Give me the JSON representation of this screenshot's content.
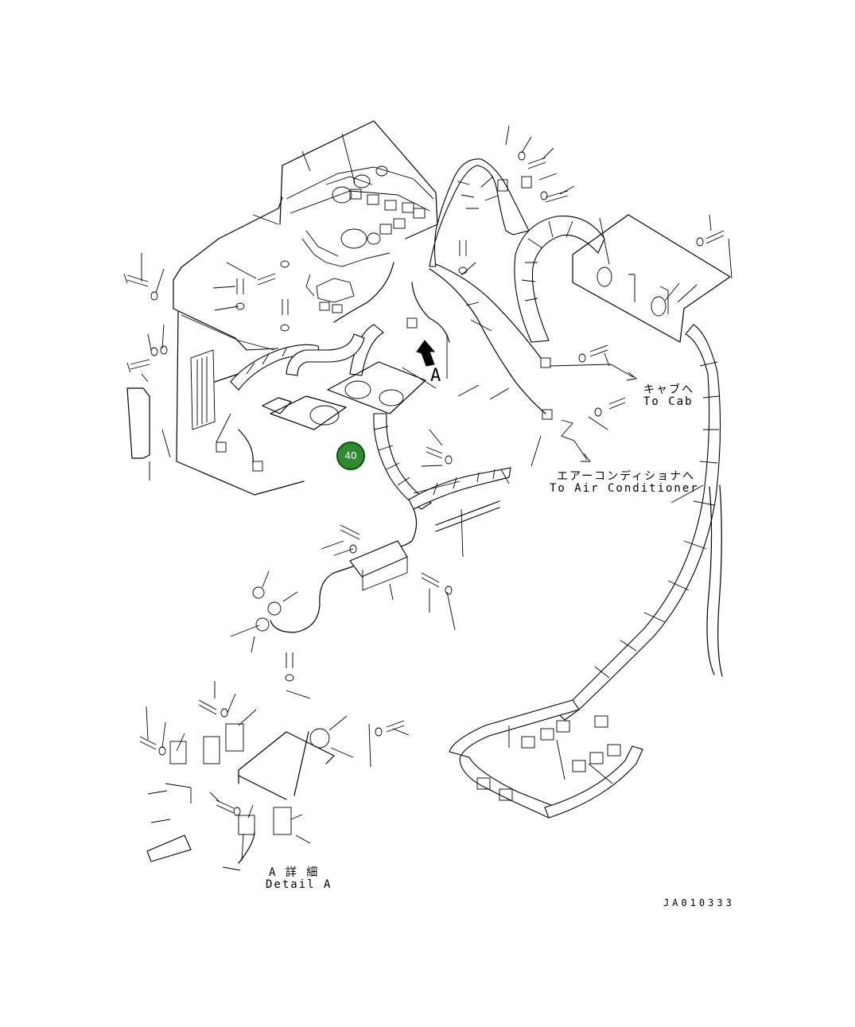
{
  "callouts": {
    "to_cab_jp": "キャブへ",
    "to_cab_en": "To Cab",
    "to_ac_jp": "エアーコンディショナへ",
    "to_ac_en": "To Air Conditioner",
    "view_a": "A",
    "detail_a_jp": "A 詳 細",
    "detail_a_en": "Detail A",
    "drawing_no": "JA010333"
  },
  "hotspot": {
    "label": "40",
    "color": "#2e8b2e"
  },
  "icons": [
    "view-direction-arrow-icon",
    "wire-harness-icon",
    "bolt-icon",
    "washer-icon",
    "connector-icon",
    "clamp-icon"
  ]
}
